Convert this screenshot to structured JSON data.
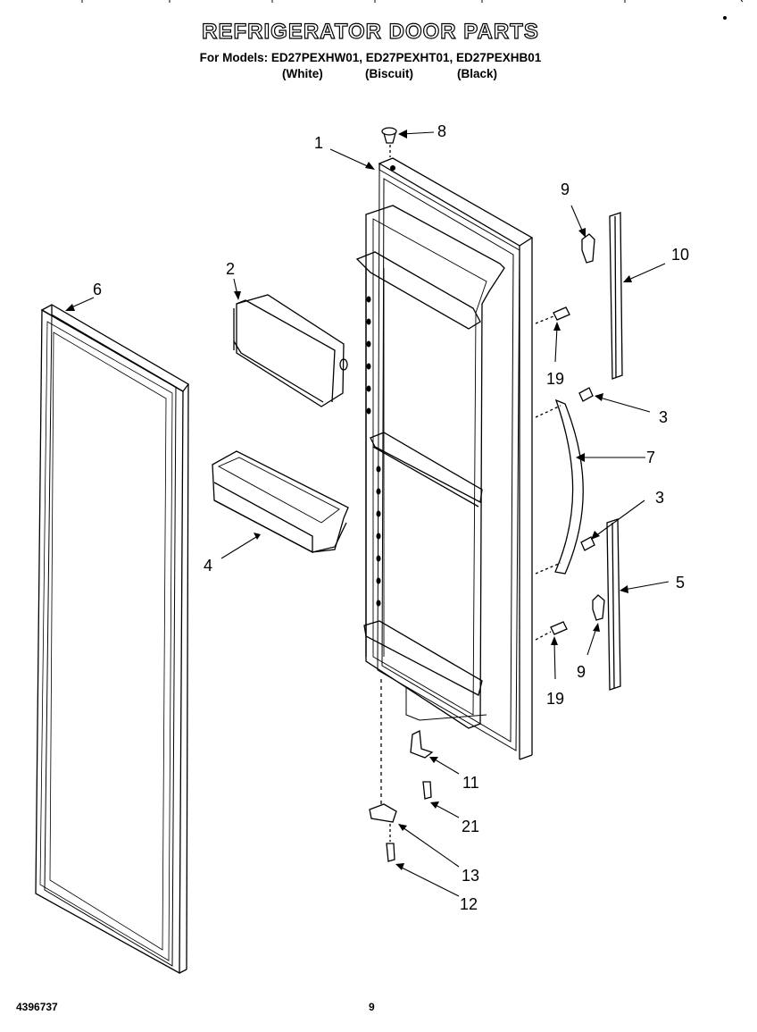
{
  "header": {
    "title": "REFRIGERATOR DOOR PARTS",
    "models_line": "For Models: ED27PEXHW01, ED27PEXHT01, ED27PEXHB01",
    "finishes": [
      "(White)",
      "(Biscuit)",
      "(Black)"
    ]
  },
  "callouts": {
    "c1": "1",
    "c2": "2",
    "c3a": "3",
    "c3b": "3",
    "c4": "4",
    "c5": "5",
    "c6": "6",
    "c7": "7",
    "c8": "8",
    "c9a": "9",
    "c9b": "9",
    "c10": "10",
    "c11": "11",
    "c12": "12",
    "c13": "13",
    "c19a": "19",
    "c19b": "19",
    "c21": "21"
  },
  "footer": {
    "doc_number": "4396737",
    "page": "9"
  }
}
